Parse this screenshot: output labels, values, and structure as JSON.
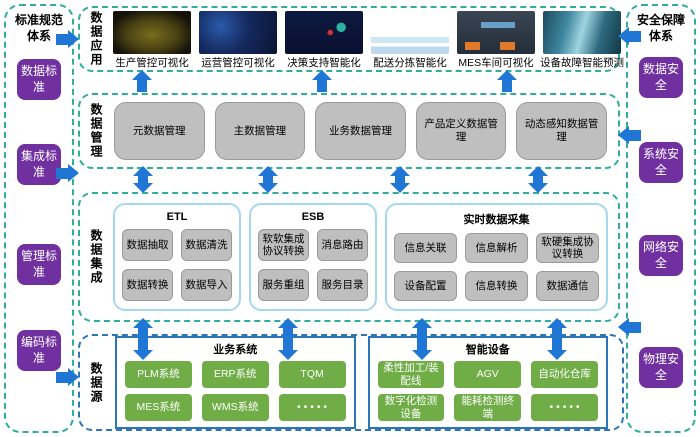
{
  "diagram": {
    "left_sidebar": {
      "title": "标准规范体系",
      "items": [
        {
          "label": "数据标准"
        },
        {
          "label": "集成标准"
        },
        {
          "label": "管理标准"
        },
        {
          "label": "编码标准"
        }
      ]
    },
    "right_sidebar": {
      "title": "安全保障体系",
      "items": [
        {
          "label": "数据安全"
        },
        {
          "label": "系统安全"
        },
        {
          "label": "网络安全"
        },
        {
          "label": "物理安全"
        }
      ]
    },
    "rows": {
      "application": {
        "label": "数据应用",
        "items": [
          {
            "caption": "生产管控可视化",
            "image": "production-control-visualization-thumbnail"
          },
          {
            "caption": "运营管控可视化",
            "image": "operations-control-visualization-thumbnail"
          },
          {
            "caption": "决策支持智能化",
            "image": "decision-support-dashboard-thumbnail"
          },
          {
            "caption": "配送分拣智能化",
            "image": "distribution-sorting-flowchart-thumbnail"
          },
          {
            "caption": "MES车间可视化",
            "image": "mes-workshop-visualization-thumbnail"
          },
          {
            "caption": "设备故障智能预测",
            "image": "equipment-fault-prediction-photo-thumbnail"
          }
        ]
      },
      "management": {
        "label": "数据管理",
        "items": [
          {
            "label": "元数据管理"
          },
          {
            "label": "主数据管理"
          },
          {
            "label": "业务数据管理"
          },
          {
            "label": "产品定义数据管理"
          },
          {
            "label": "动态感知数据管理"
          }
        ]
      },
      "integration": {
        "label": "数据集成",
        "groups": [
          {
            "title": "ETL",
            "items": [
              {
                "label": "数据抽取"
              },
              {
                "label": "数据清洗"
              },
              {
                "label": "数据转换"
              },
              {
                "label": "数据导入"
              }
            ]
          },
          {
            "title": "ESB",
            "items": [
              {
                "label": "软软集成协议转换"
              },
              {
                "label": "消息路由"
              },
              {
                "label": "服务重组"
              },
              {
                "label": "服务目录"
              }
            ]
          },
          {
            "title": "实时数据采集",
            "items": [
              {
                "label": "信息关联"
              },
              {
                "label": "信息解析"
              },
              {
                "label": "软硬集成协议转换"
              },
              {
                "label": "设备配置"
              },
              {
                "label": "信息转换"
              },
              {
                "label": "数据通信"
              }
            ]
          }
        ]
      },
      "source": {
        "label": "数据源",
        "groups": [
          {
            "title": "业务系统",
            "items": [
              {
                "label": "PLM系统"
              },
              {
                "label": "ERP系统"
              },
              {
                "label": "TQM"
              },
              {
                "label": "MES系统"
              },
              {
                "label": "WMS系统"
              },
              {
                "label": "• • • • •"
              }
            ]
          },
          {
            "title": "智能设备",
            "items": [
              {
                "label": "柔性加工/装配线"
              },
              {
                "label": "AGV"
              },
              {
                "label": "自动化仓库"
              },
              {
                "label": "数字化检测设备"
              },
              {
                "label": "能耗检测终端"
              },
              {
                "label": "• • • • •"
              }
            ]
          }
        ]
      }
    },
    "colors": {
      "teal_dash": "#2fae9e",
      "blue_dash": "#2e75b6",
      "purple_box": "#7030a0",
      "arrow_blue": "#1f76d4",
      "gray_box": "#bfbfbf",
      "green_box": "#70ad47",
      "lightblue_border": "#a5d8f0"
    }
  }
}
